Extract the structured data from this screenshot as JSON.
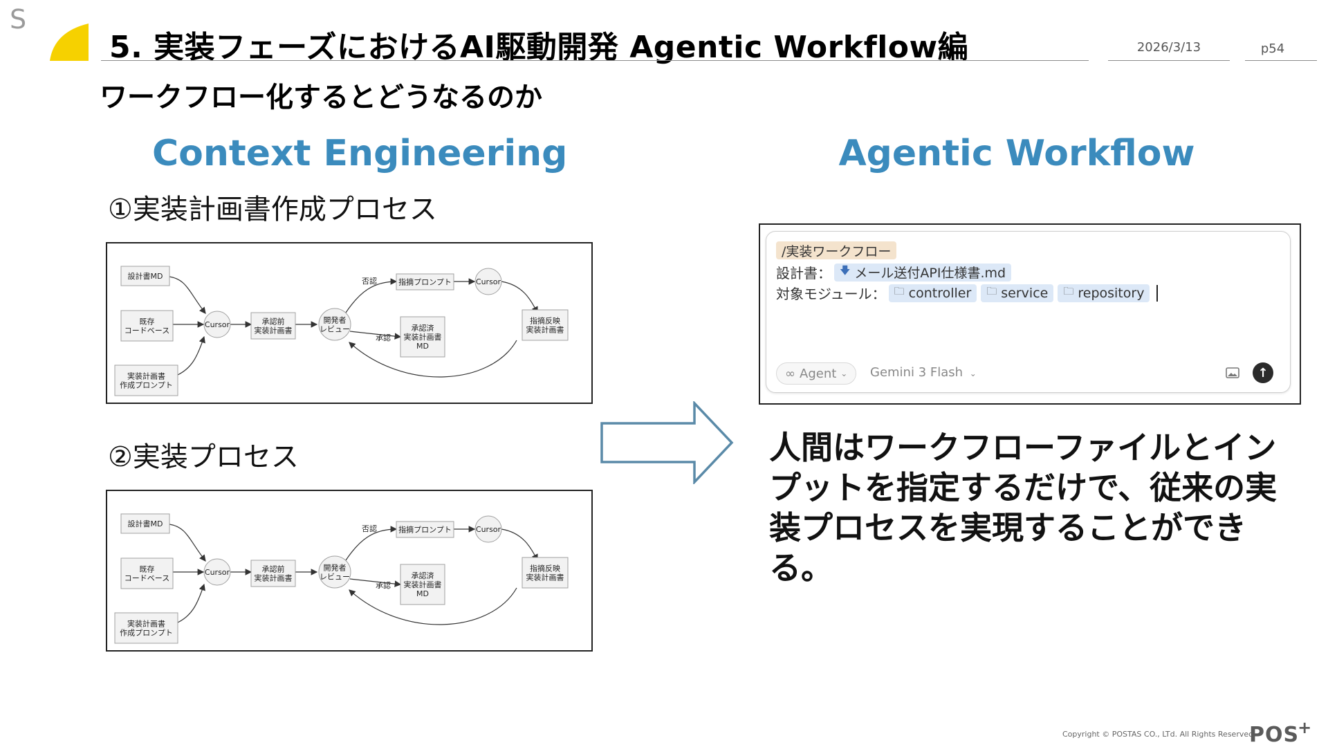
{
  "header": {
    "corner_letter": "S",
    "title": "5. 実装フェーズにおけるAI駆動開発 Agentic Workflow編",
    "date": "2026/3/13",
    "page": "p54",
    "subtitle": "ワークフロー化するとどうなるのか"
  },
  "left": {
    "heading": "Context Engineering",
    "step1": "①実装計画書作成プロセス",
    "step2": "②実装プロセス",
    "diagram": {
      "inputs": {
        "design": "設計書MD",
        "codebase": [
          "既存",
          "コードベース"
        ],
        "prompt": [
          "実装計画書",
          "作成プロンプト"
        ]
      },
      "cursor": "Cursor",
      "draft": [
        "承認前",
        "実装計画書"
      ],
      "review": [
        "開発者",
        "レビュー"
      ],
      "reject": "否認",
      "approve": "承認",
      "instruct": "指摘プロンプト",
      "approved": [
        "承認済",
        "実装計画書",
        "MD"
      ],
      "revised": [
        "指摘反映",
        "実装計画書"
      ]
    }
  },
  "right": {
    "heading": "Agentic Workflow",
    "panel": {
      "command": "/実装ワークフロー",
      "design_label": "設計書：",
      "design_file": "メール送付API仕様書.md",
      "modules_label": "対象モジュール：",
      "modules": [
        "controller",
        "service",
        "repository"
      ],
      "agent_label": "Agent",
      "model_label": "Gemini 3 Flash",
      "icons": [
        "infinity-icon",
        "chevron-down-icon",
        "image-icon",
        "send-arrow-icon",
        "folder-icon",
        "download-icon"
      ]
    },
    "message": "人間はワークフローファイルとインプットを指定するだけで、従来の実装プロセスを実現することができる。"
  },
  "footer": {
    "copyright": "Copyright © POSTAS CO., LTd. All Rights Reserved.",
    "logo": "POS",
    "logo_plus": "+"
  },
  "colors": {
    "accent_blue": "#3b8bbd",
    "arrow_blue": "#5a8aa8",
    "logo_yellow": "#f6d100",
    "chip_blue": "#dce8f7",
    "chip_orange": "#f4e3cd"
  }
}
